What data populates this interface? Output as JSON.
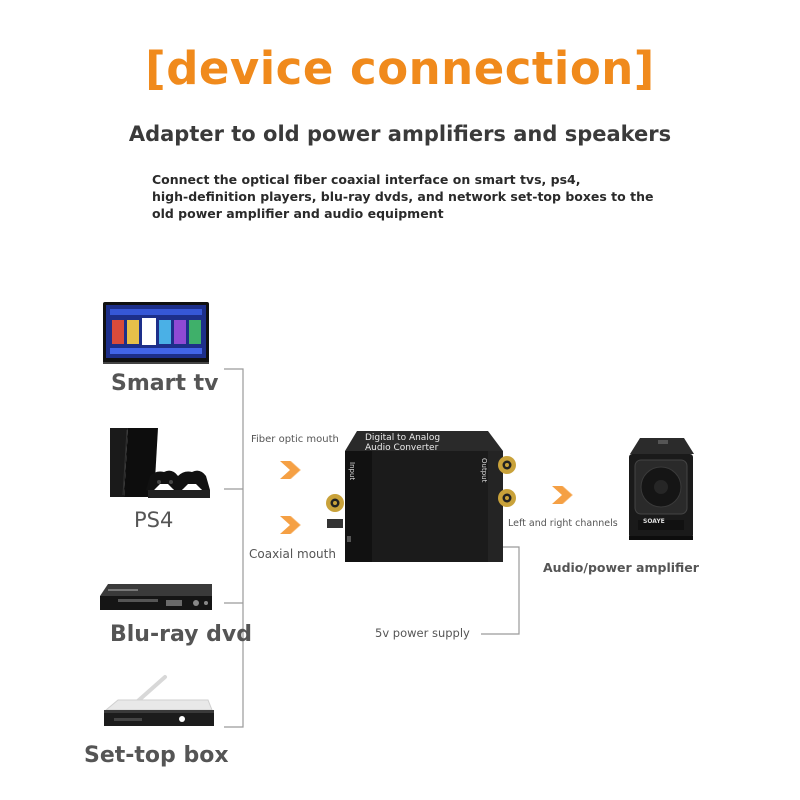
{
  "title": "[device connection]",
  "subtitle": "Adapter to old power amplifiers and speakers",
  "description_lines": [
    "Connect the optical fiber coaxial interface on smart tvs, ps4,",
    "high-definition players, blu-ray dvds, and network set-top boxes to the",
    "old power amplifier and audio equipment"
  ],
  "sources": [
    {
      "label": "Smart tv",
      "icon": "tv-icon"
    },
    {
      "label": "PS4",
      "icon": "ps4-console-icon"
    },
    {
      "label": "Blu-ray dvd",
      "icon": "bluray-player-icon"
    },
    {
      "label": "Set-top box",
      "icon": "set-top-box-icon"
    }
  ],
  "inputs": {
    "fiber": "Fiber optic mouth",
    "coaxial": "Coaxial mouth"
  },
  "converter": {
    "line1": "Digital to Analog",
    "line2": "Audio Converter",
    "input_label": "Input",
    "output_label": "Output"
  },
  "output": {
    "channels": "Left and right channels",
    "device": "Audio/power amplifier",
    "speaker_brand": "SOAYE"
  },
  "power": "5v power supply",
  "colors": {
    "title_orange": "#f08a1c",
    "arrow_orange": "#f5a044",
    "line_gray": "#9a9a9a",
    "converter_body": "#1b1b1b",
    "gold": "#c9a23a"
  }
}
